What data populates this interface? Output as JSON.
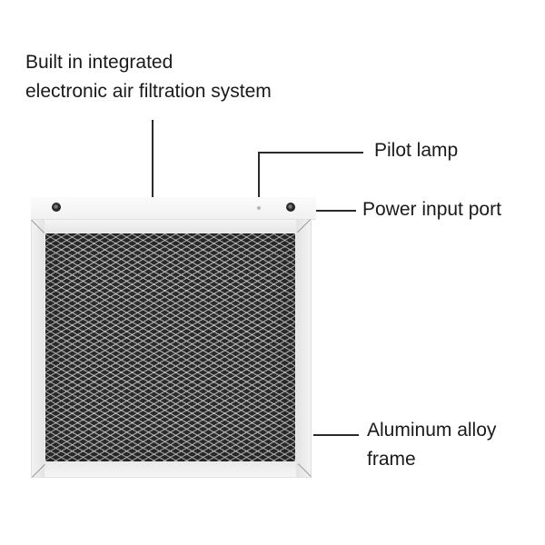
{
  "diagram": {
    "subject": "Laser engraver honeycomb-style air filter panel",
    "labels": {
      "system_line1": "Built in integrated",
      "system_line2": "electronic air filtration system",
      "pilot_lamp": "Pilot lamp",
      "power_port": "Power input port",
      "frame_line1": "Aluminum alloy",
      "frame_line2": "frame"
    },
    "colors": {
      "background": "#ffffff",
      "text": "#1a1a1a",
      "leader_line": "#2a2a2a",
      "frame": "#eeeeee",
      "mesh_dark": "#2b2b2b",
      "mesh_light": "#d2d2d2"
    }
  }
}
